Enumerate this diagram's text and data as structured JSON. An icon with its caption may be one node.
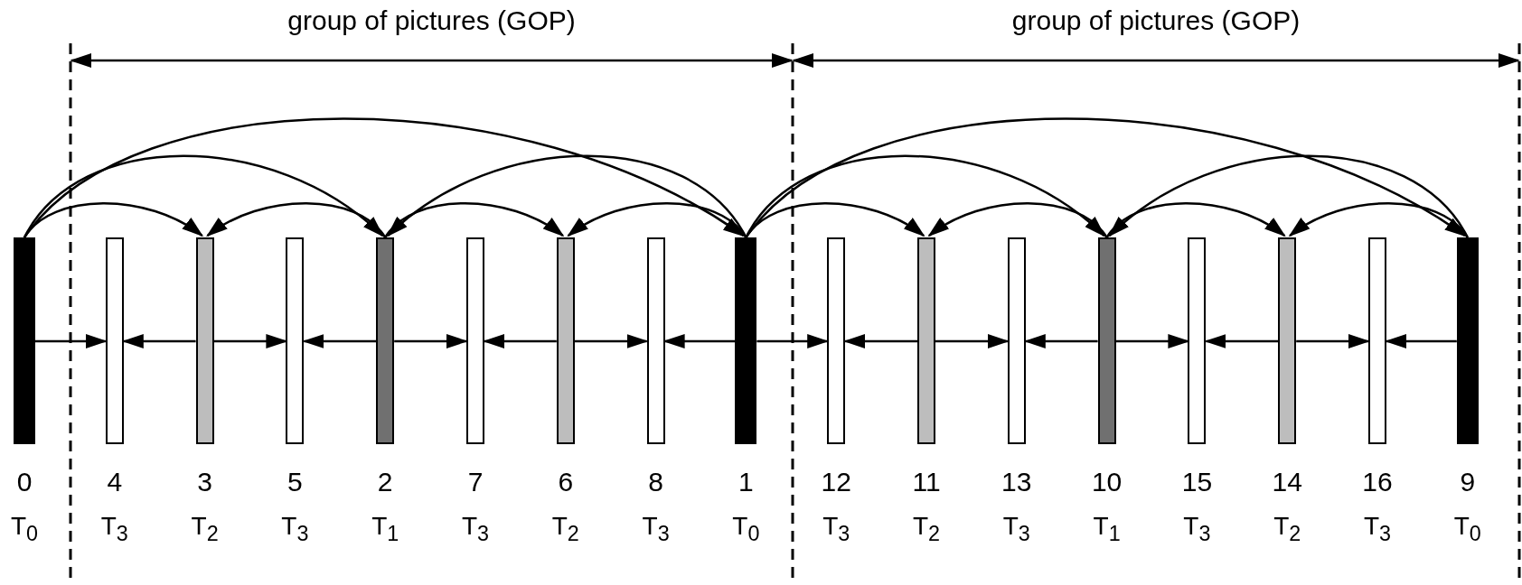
{
  "diagram": {
    "nodes": [
      {
        "text": [
          "0",
          "T$_{0}$"
        ]
      },
      {
        "text": [
          "4",
          "T$_{3}$"
        ]
      },
      {
        "text": [
          "3",
          "T$_{2}$"
        ]
      },
      {
        "text": [
          "5",
          "T$_{3}$"
        ]
      },
      {
        "text": [
          "2",
          "T$_{1}$"
        ]
      },
      {
        "text": [
          "7",
          "T$_{3}$"
        ]
      },
      {
        "text": [
          "6",
          "T$_{2}$"
        ]
      },
      {
        "text": [
          "8",
          "T$_{3}$"
        ]
      },
      {
        "text": [
          "1",
          "T$_{0}$"
        ]
      },
      {
        "text": [
          "12",
          "T$_{3}$"
        ]
      },
      {
        "text": [
          "11",
          "T$_{2}$"
        ]
      },
      {
        "text": [
          "13",
          "T$_{3}$"
        ]
      },
      {
        "text": [
          "10",
          "T$_{1}$"
        ]
      },
      {
        "text": [
          "15",
          "T$_{3}$"
        ]
      },
      {
        "text": [
          "14",
          "T$_{2}$"
        ]
      },
      {
        "text": [
          "16",
          "T$_{3}$"
        ]
      },
      {
        "text": [
          "9",
          "T$_{0}$"
        ]
      }
    ],
    "edges": [
      {
        "from": 0,
        "to": 2,
        "arrow": "to"
      },
      {
        "from": 0,
        "to": 4,
        "arrow": "to"
      },
      {
        "from": 0,
        "to": 8,
        "arrow": "to"
      },
      {
        "from": 4,
        "to": 2,
        "arrow": "to"
      },
      {
        "from": 4,
        "to": 6,
        "arrow": "to"
      },
      {
        "from": 8,
        "to": 6,
        "arrow": "to"
      },
      {
        "from": 8,
        "to": 4,
        "arrow": "to"
      },
      {
        "from": 8,
        "to": 10,
        "arrow": "to"
      },
      {
        "from": 8,
        "to": 12,
        "arrow": "to"
      },
      {
        "from": 8,
        "to": 16,
        "arrow": "to"
      },
      {
        "from": 12,
        "to": 10,
        "arrow": "to"
      },
      {
        "from": 12,
        "to": 14,
        "arrow": "to"
      },
      {
        "from": 16,
        "to": 14,
        "arrow": "to"
      },
      {
        "from": 16,
        "to": 12,
        "arrow": "to"
      },
      {
        "from": 0,
        "to": 1,
        "arrow": "to"
      },
      {
        "from": 2,
        "to": 1,
        "arrow": "to"
      },
      {
        "from": 2,
        "to": 3,
        "arrow": "to"
      },
      {
        "from": 4,
        "to": 3,
        "arrow": "to"
      },
      {
        "from": 4,
        "to": 5,
        "arrow": "to"
      },
      {
        "from": 6,
        "to": 5,
        "arrow": "to"
      },
      {
        "from": 6,
        "to": 7,
        "arrow": "to"
      },
      {
        "from": 8,
        "to": 7,
        "arrow": "to"
      },
      {
        "from": 8,
        "to": 9,
        "arrow": "to"
      },
      {
        "from": 10,
        "to": 9,
        "arrow": "to"
      },
      {
        "from": 10,
        "to": 11,
        "arrow": "to"
      },
      {
        "from": 12,
        "to": 11,
        "arrow": "to"
      },
      {
        "from": 12,
        "to": 13,
        "arrow": "to"
      },
      {
        "from": 14,
        "to": 13,
        "arrow": "to"
      },
      {
        "from": 14,
        "to": 15,
        "arrow": "to"
      },
      {
        "from": 16,
        "to": 15,
        "arrow": "to"
      }
    ],
    "labels": [
      "group of pictures (GOP)",
      "group of pictures (GOP)"
    ]
  }
}
